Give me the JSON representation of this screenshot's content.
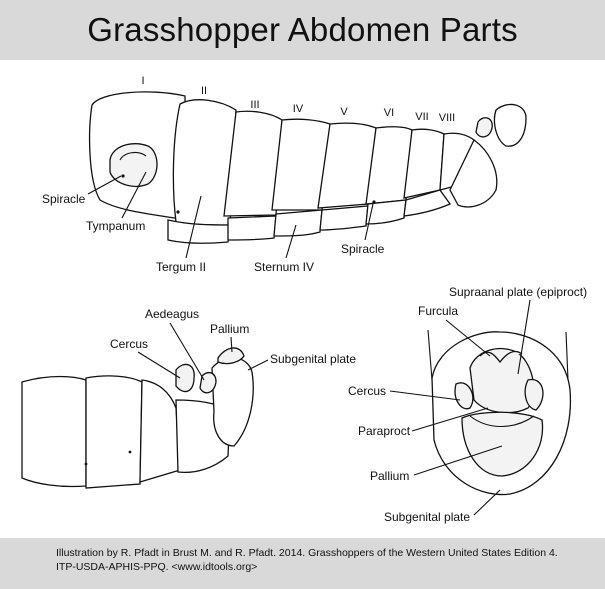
{
  "title": "Grasshopper Abdomen Parts",
  "footer": {
    "line1": "Illustration by R. Pfadt in Brust M. and R. Pfadt. 2014. Grasshoppers of the Western United States Edition 4.",
    "line2": "ITP-USDA-APHIS-PPQ. <www.idtools.org>"
  },
  "segments": [
    "I",
    "II",
    "III",
    "IV",
    "V",
    "VI",
    "VII",
    "VIII"
  ],
  "labels": {
    "spiracle_left": "Spiracle",
    "tympanum": "Tympanum",
    "tergum_ii": "Tergum II",
    "sternum_iv": "Sternum IV",
    "spiracle_bottom": "Spiracle",
    "aedeagus": "Aedeagus",
    "pallium_left": "Pallium",
    "cercus_left": "Cercus",
    "subgenital_left": "Subgenital plate",
    "supraanal": "Supraanal plate (epiproct)",
    "furcula": "Furcula",
    "cercus_right": "Cercus",
    "paraproct": "Paraproct",
    "pallium_right": "Pallium",
    "subgenital_right": "Subgenital plate"
  },
  "colors": {
    "background": "#d9d9d9",
    "panel": "#ffffff",
    "ink": "#111111"
  }
}
